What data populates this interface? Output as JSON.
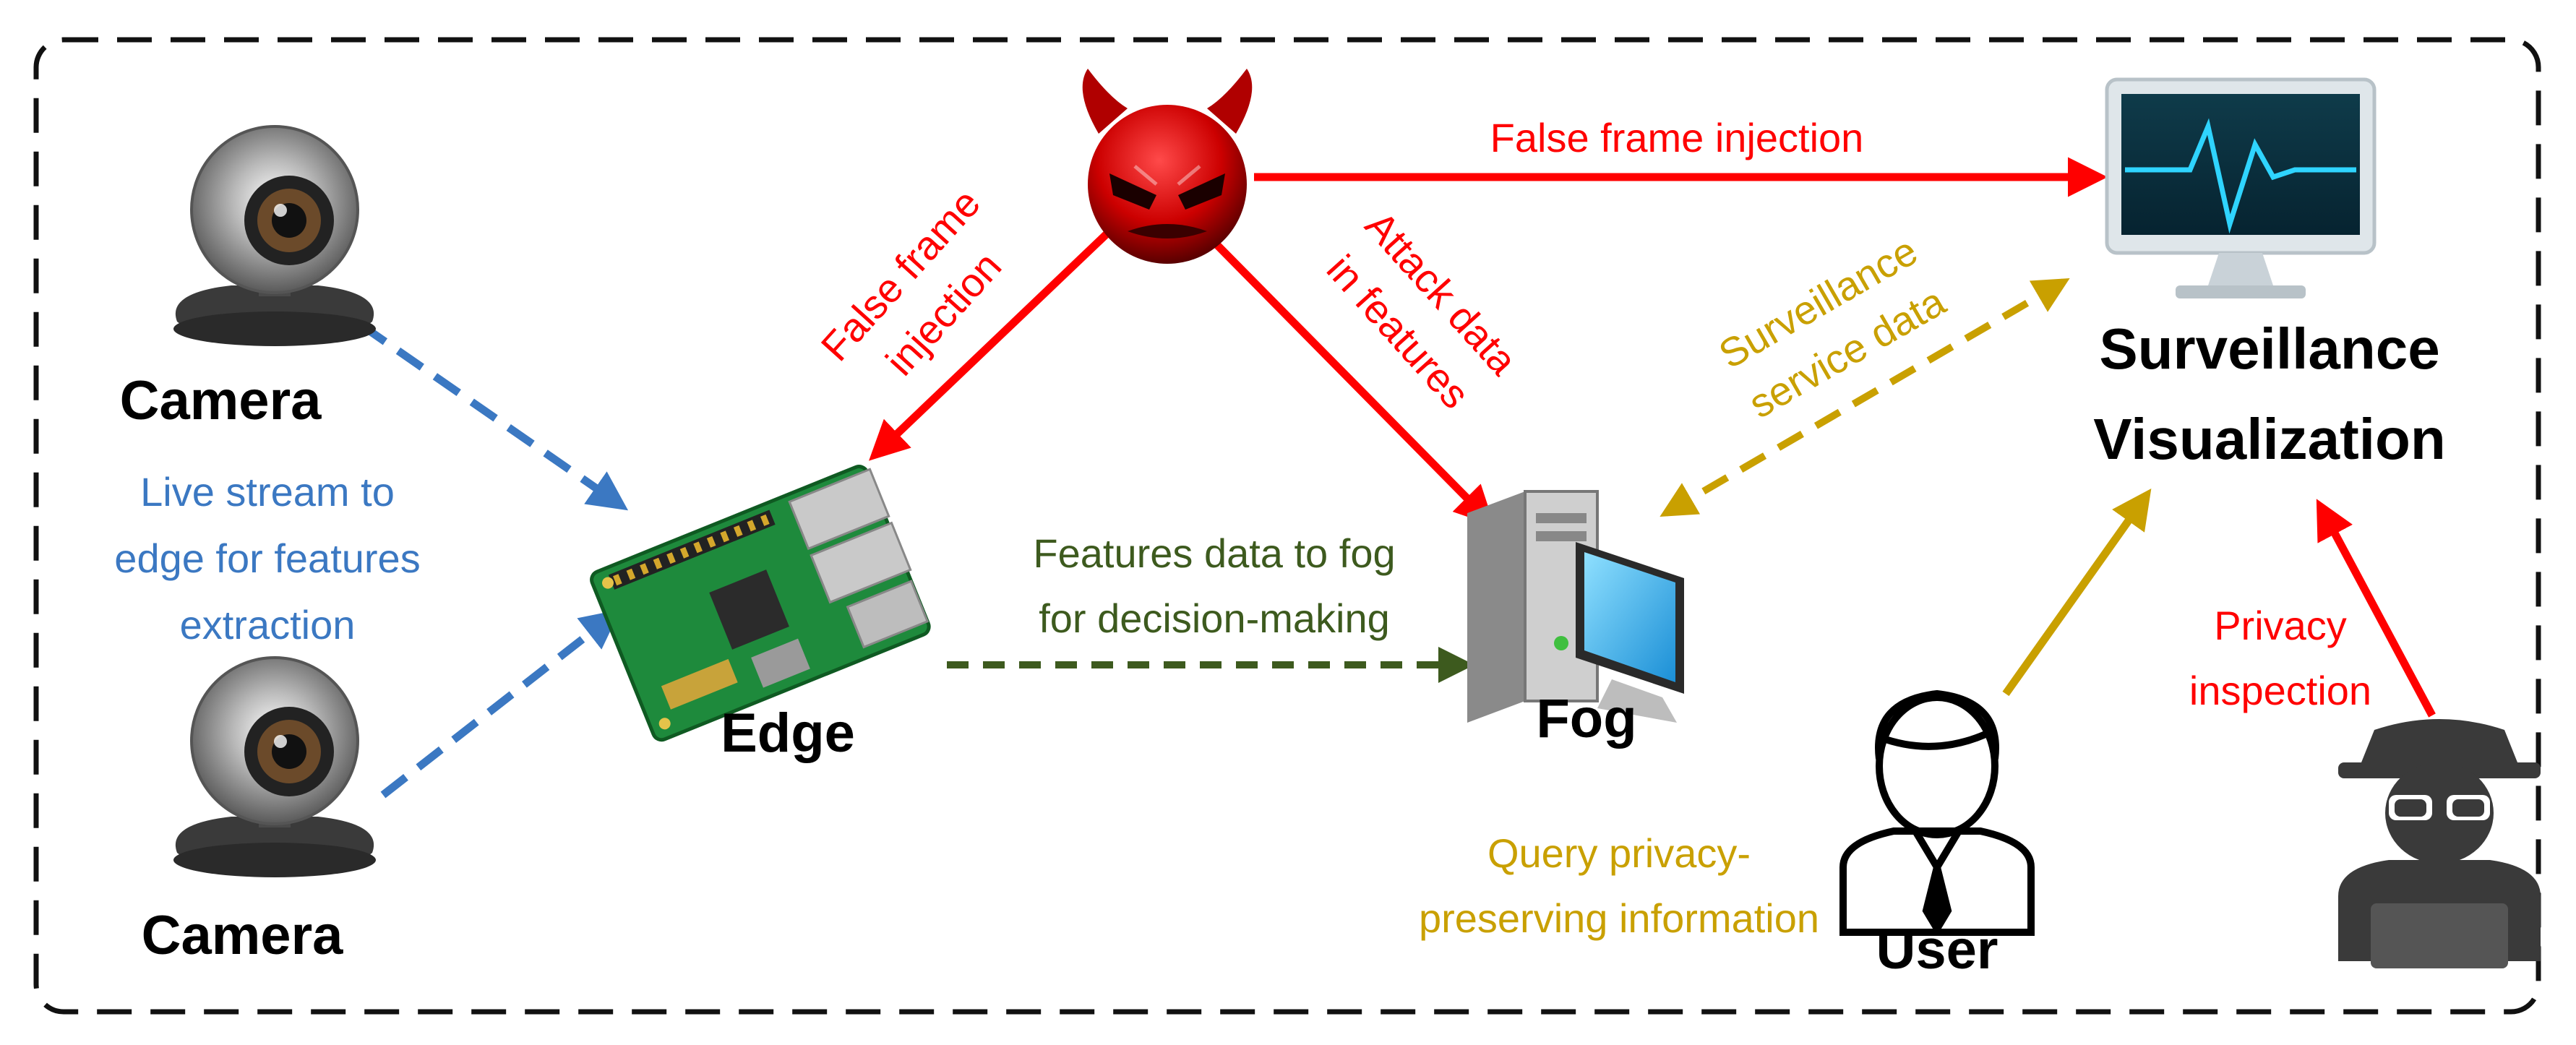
{
  "colors": {
    "attack": "#ff0000",
    "camera_flow": "#3b78c2",
    "features_flow": "#3d5a1e",
    "service": "#c9a000",
    "frame": "#111111",
    "label": "#000000"
  },
  "nodes": {
    "camera_top": "Camera",
    "camera_bottom": "Camera",
    "edge": "Edge",
    "fog": "Fog",
    "visualization_line1": "Surveillance",
    "visualization_line2": "Visualization",
    "user": "User"
  },
  "edges": {
    "live_stream": [
      "Live stream to",
      "edge for features",
      "extraction"
    ],
    "features_to_fog": [
      "Features data to fog",
      "for decision-making"
    ],
    "false_frame_top": "False frame injection",
    "false_frame_edge": [
      "False frame",
      "injection"
    ],
    "attack_fog": [
      "Attack data",
      "in features"
    ],
    "service_data": [
      "Surveillance",
      "service data"
    ],
    "query": [
      "Query privacy-",
      "preserving information"
    ],
    "privacy_inspection": [
      "Privacy",
      "inspection"
    ]
  },
  "icons": {
    "camera": "webcam-icon",
    "attacker": "devil-icon",
    "edge": "raspberry-pi-board-icon",
    "fog": "desktop-computer-icon",
    "monitor": "monitor-heartbeat-icon",
    "user": "user-icon",
    "spy": "hacker-icon"
  }
}
